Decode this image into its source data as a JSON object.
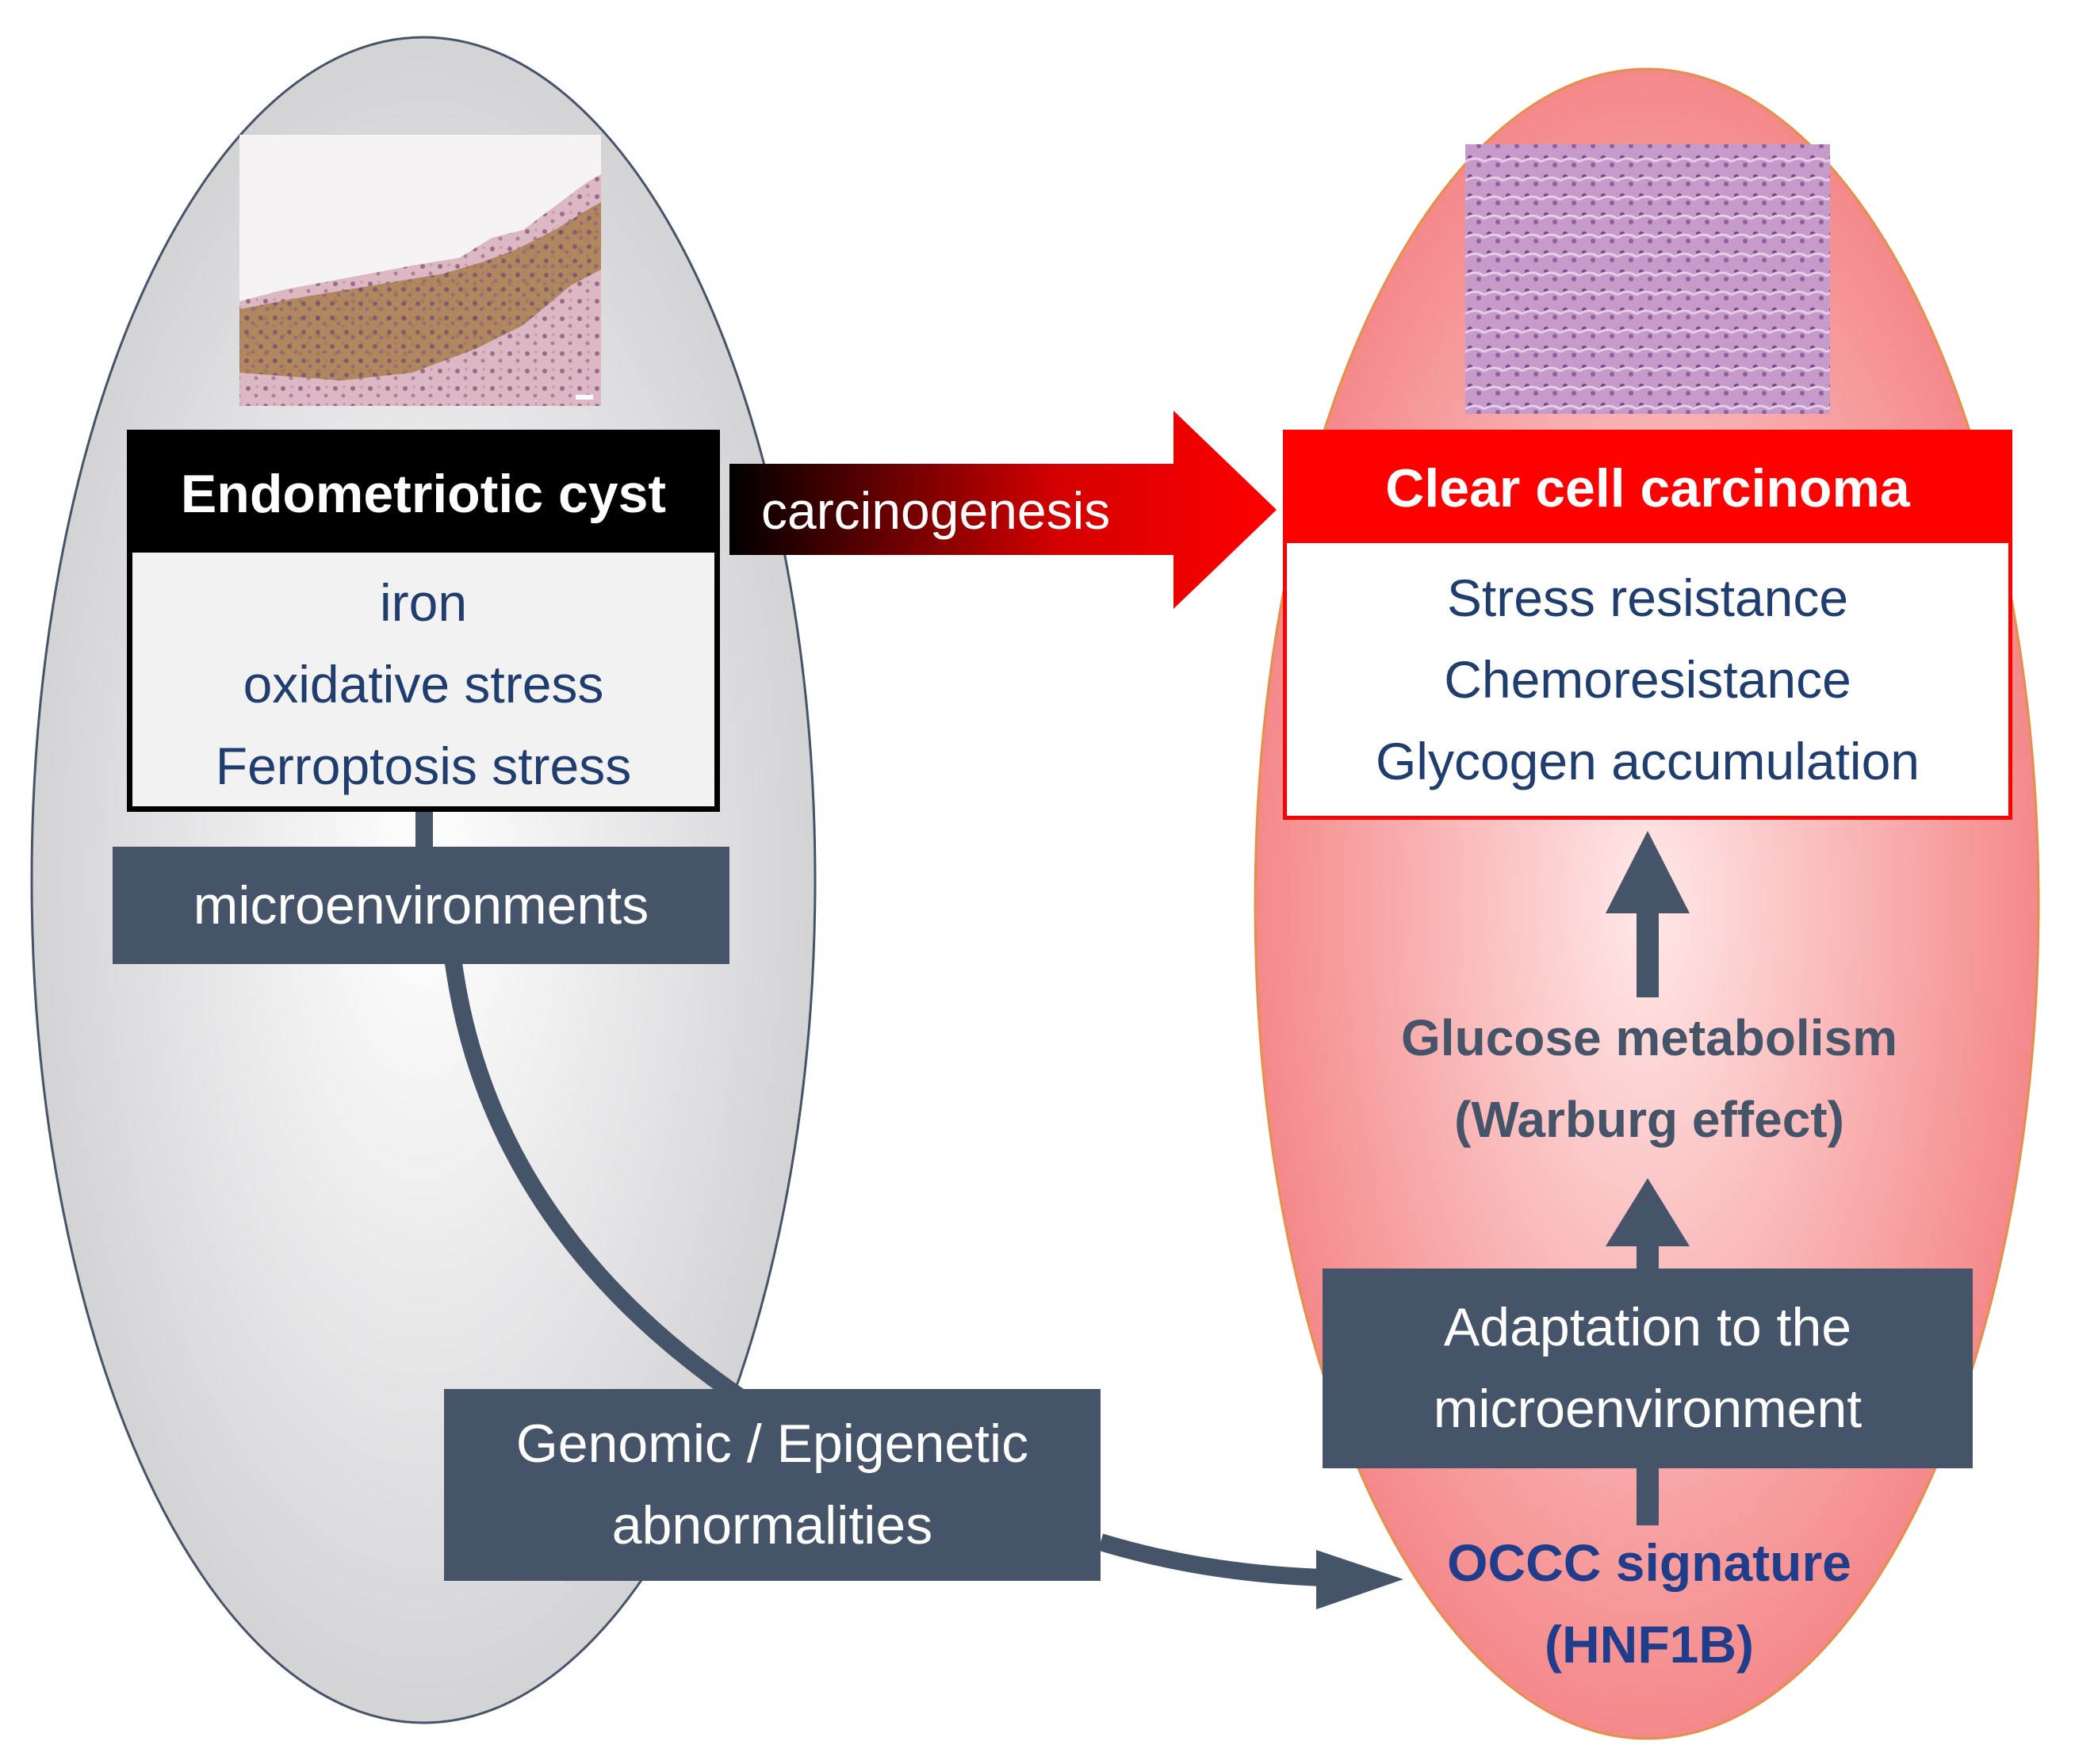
{
  "left_panel": {
    "title": "Endometriotic cyst",
    "items": [
      "iron",
      "oxidative stress",
      "Ferroptosis stress"
    ],
    "microenvironment_label": "microenvironments",
    "genomic_label_line1": "Genomic / Epigenetic",
    "genomic_label_line2": "abnormalities"
  },
  "arrow_label": "carcinogenesis",
  "right_panel": {
    "title": "Clear cell carcinoma",
    "items": [
      "Stress resistance",
      "Chemoresistance",
      "Glycogen accumulation"
    ],
    "glucose_line1": "Glucose metabolism",
    "glucose_line2": "(Warburg effect)",
    "adaptation_line1": "Adaptation to the",
    "adaptation_line2": "microenvironment",
    "signature_line1": "OCCC signature",
    "signature_line2": "(HNF1B)"
  },
  "colors": {
    "navy": "#465469",
    "text_blue": "#1f3d6e",
    "red": "#ff0000",
    "black": "#000000",
    "left_oval": "#d9d9db",
    "right_oval": "#f59a9a"
  }
}
